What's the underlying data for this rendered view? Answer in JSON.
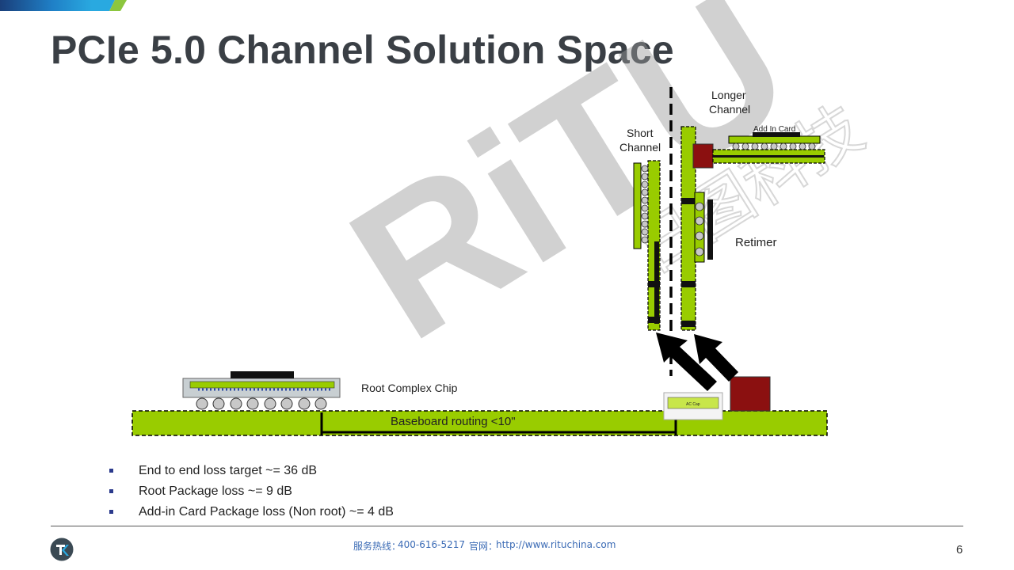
{
  "slide": {
    "title": "PCIe 5.0 Channel Solution Space",
    "page_number": "6"
  },
  "diagram": {
    "labels": {
      "longer_channel_1": "Longer",
      "longer_channel_2": "Channel",
      "short_channel_1": "Short",
      "short_channel_2": "Channel",
      "add_in_card": "Add In Card",
      "retimer": "Retimer",
      "root_complex": "Root Complex Chip",
      "baseboard": "Baseboard routing <10\"",
      "ac_cap": "AC Cap"
    },
    "watermark": {
      "text": "RiTU",
      "cn_text": "日图科技"
    },
    "colors": {
      "pcb_green": "#99cc00",
      "retimer_red": "#8b1010",
      "board_gray": "#c8cfd2"
    }
  },
  "bullets": [
    "End to end loss target ~= 36 dB",
    "Root Package loss ~= 9 dB",
    "Add-in Card Package loss (Non root) ~= 4 dB"
  ],
  "footer": {
    "hotline_label": "服务热线：",
    "hotline": "400-616-5217",
    "site_label": "官网：",
    "site": "http://www.rituchina.com",
    "logo_icon": "ritu-logo-icon"
  }
}
